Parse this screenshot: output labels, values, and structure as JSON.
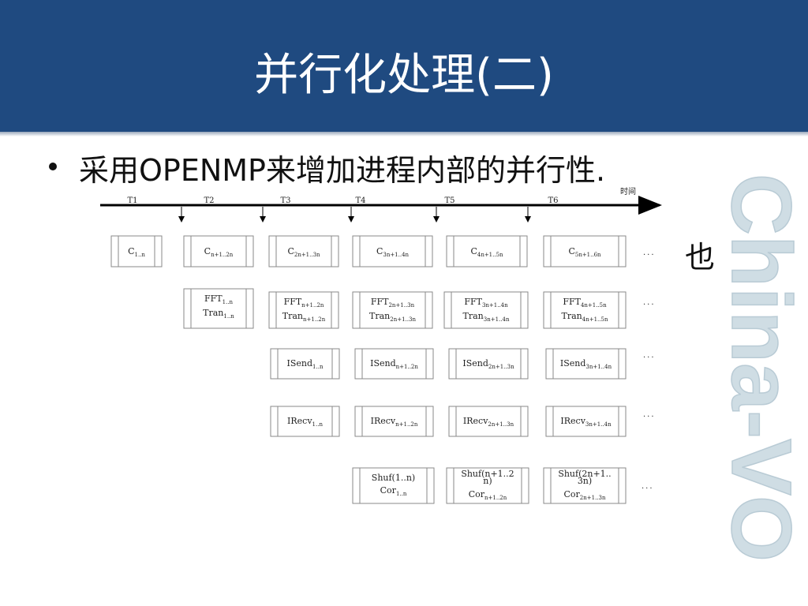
{
  "slide": {
    "title": "并行化处理(二)",
    "bullet": "采用OPENMP来增加进程内部的并行性.",
    "side_char": "也",
    "watermark_text": "China-VO",
    "colors": {
      "header": "#1f4a80",
      "watermark": "#cfdde4"
    }
  },
  "diagram": {
    "time_label": "时间",
    "time_ticks": [
      "T1",
      "T2",
      "T3",
      "T4",
      "T5",
      "T6"
    ],
    "rows": {
      "compute": [
        {
          "main": "C",
          "sub": "1..n"
        },
        {
          "main": "C",
          "sub": "n+1..2n"
        },
        {
          "main": "C",
          "sub": "2n+1..3n"
        },
        {
          "main": "C",
          "sub": "3n+1..4n"
        },
        {
          "main": "C",
          "sub": "4n+1..5n"
        },
        {
          "main": "C",
          "sub": "5n+1..6n"
        }
      ],
      "fft": [
        {
          "l1": "FFT",
          "s1": "1..n",
          "l2": "Tran",
          "s2": "1..n"
        },
        {
          "l1": "FFT",
          "s1": "n+1..2n",
          "l2": "Tran",
          "s2": "n+1..2n"
        },
        {
          "l1": "FFT",
          "s1": "2n+1..3n",
          "l2": "Tran",
          "s2": "2n+1..3n"
        },
        {
          "l1": "FFT",
          "s1": "3n+1..4n",
          "l2": "Tran",
          "s2": "3n+1..4n"
        },
        {
          "l1": "FFT",
          "s1": "4n+1..5n",
          "l2": "Tran",
          "s2": "4n+1..5n"
        }
      ],
      "isend": [
        {
          "main": "ISend",
          "sub": "1..n"
        },
        {
          "main": "ISend",
          "sub": "n+1..2n"
        },
        {
          "main": "ISend",
          "sub": "2n+1..3n"
        },
        {
          "main": "ISend",
          "sub": "3n+1..4n"
        }
      ],
      "irecv": [
        {
          "main": "IRecv",
          "sub": "1..n"
        },
        {
          "main": "IRecv",
          "sub": "n+1..2n"
        },
        {
          "main": "IRecv",
          "sub": "2n+1..3n"
        },
        {
          "main": "IRecv",
          "sub": "3n+1..4n"
        }
      ],
      "shuf": [
        {
          "l1a": "Shuf(1..n)",
          "l1b": "",
          "l2": "Cor",
          "s2": "1..n"
        },
        {
          "l1a": "Shuf(n+1..2",
          "l1b": "n)",
          "l2": "Cor",
          "s2": "n+1..2n"
        },
        {
          "l1a": "Shuf(2n+1..",
          "l1b": "3n)",
          "l2": "Cor",
          "s2": "2n+1..3n"
        }
      ]
    },
    "ellipsis": "..."
  }
}
